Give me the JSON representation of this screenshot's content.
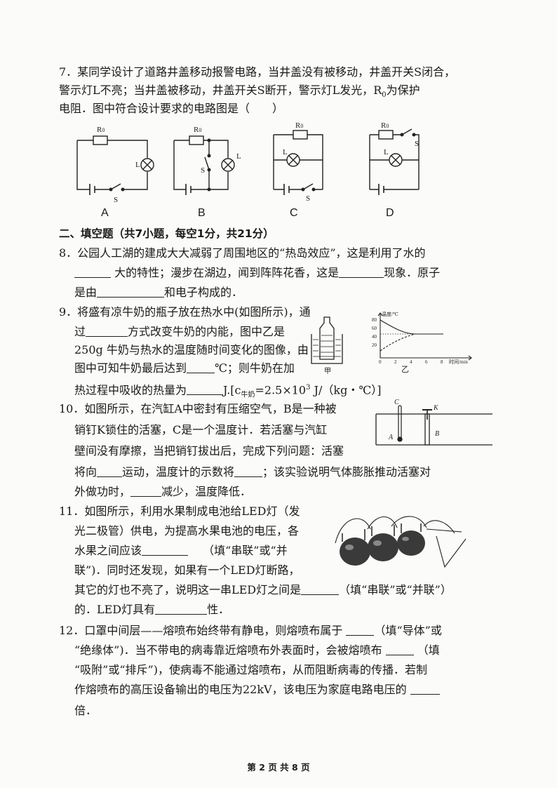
{
  "q7": {
    "line1": "7．某同学设计了道路井盖移动报警电路，当井盖没有被移动，井盖开关S闭合，",
    "line2": "警示灯L不亮；当井盖被移动，井盖开关S断开，警示灯L发光，R",
    "line2_sub": "0",
    "line2_end": "为保护",
    "line3": "电阻．图中符合设计要求的电路图是（　　）",
    "options": [
      "A",
      "B",
      "C",
      "D"
    ],
    "label_R": "R",
    "label_R_sub": "0",
    "label_L": "L",
    "label_S": "S"
  },
  "section2": "二、填空题（共7小题，每空1分，共21分）",
  "q8": {
    "line1": "8．公园人工湖的建成大大减弱了周围地区的“热岛效应”，这是利用了水的",
    "line2a": "大的特性；漫步在湖边，闻到阵阵花香，这是",
    "line2b": "现象．原子",
    "line3a": "是由",
    "line3b": "和电子构成的．"
  },
  "q9": {
    "line1": "9．将盛有凉牛奶的瓶子放在热水中(如图所示)，通",
    "line2a": "过",
    "line2b": "方式改变牛奶的内能，图中乙是",
    "line3": "250g 牛奶与热水的温度随时间变化的图像，由",
    "line4a": "图中可知牛奶最后达到",
    "line4b": "℃；则牛奶在加",
    "line5a": "热过程中吸收的热量为",
    "line5b": "J.[c",
    "line5_sub": "牛奶",
    "line5c": "=2.5×10",
    "line5_sup": "3",
    "line5d": " J/（kg・℃）]",
    "fig_label_jia": "甲",
    "fig_label_yi": "乙",
    "graph_ylabel": "温度/℃",
    "graph_xlabel": "时间/min",
    "graph_yticks": [
      "80",
      "60",
      "40",
      "20"
    ],
    "graph_xticks": [
      "0",
      "2",
      "4",
      "6",
      "8"
    ]
  },
  "q10": {
    "line1": "10．如图所示，在汽缸A中密封有压缩空气，B是一种被",
    "line2": "销钉K锁住的活塞，C是一个温度计．若活塞与汽缸",
    "line3": "壁间没有摩擦，当把销钉拔出后，完成下列问题：活塞",
    "line4a": "将向",
    "line4b": "运动，温度计的示数将",
    "line4c": "；该实验说明气体膨胀推动活塞对",
    "line5a": "外做功时，",
    "line5b": "减少，温度降低．",
    "fig_A": "A",
    "fig_B": "B",
    "fig_C": "C",
    "fig_K": "K"
  },
  "q11": {
    "line1": "11．如图所示，利用水果制成电池给LED灯（发",
    "line2": "光二极管）供电，为提高水果电池的电压，各",
    "line3a": "水果之间应该",
    "line3b": "（填“串联”或“并",
    "line4": "联”)．同时还发现，如果有一个LED灯断路，",
    "line5a": "其它的灯也不亮了，说明这一串LED灯之间是",
    "line5b": "（填“串联”或“并联”）",
    "line6a": "的．LED灯具有",
    "line6b": "性．"
  },
  "q12": {
    "line1a": "12．口罩中间层——熔喷布始终带有静电，则熔喷布属于",
    "line1b": "（填“导体”或",
    "line2a": "“绝缘体”)．当不带电的病毒靠近熔喷布外表面时，会被熔喷布",
    "line2b": "（填",
    "line3": "“吸附”或“排斥”)，使病毒不能通过熔喷布，从而阻断病毒的传播．若制",
    "line4a": "作熔喷布的高压设备输出的电压为22kV，该电压为家庭电路电压的",
    "line5": "倍．"
  },
  "footer": "第 2 页 共 8 页"
}
